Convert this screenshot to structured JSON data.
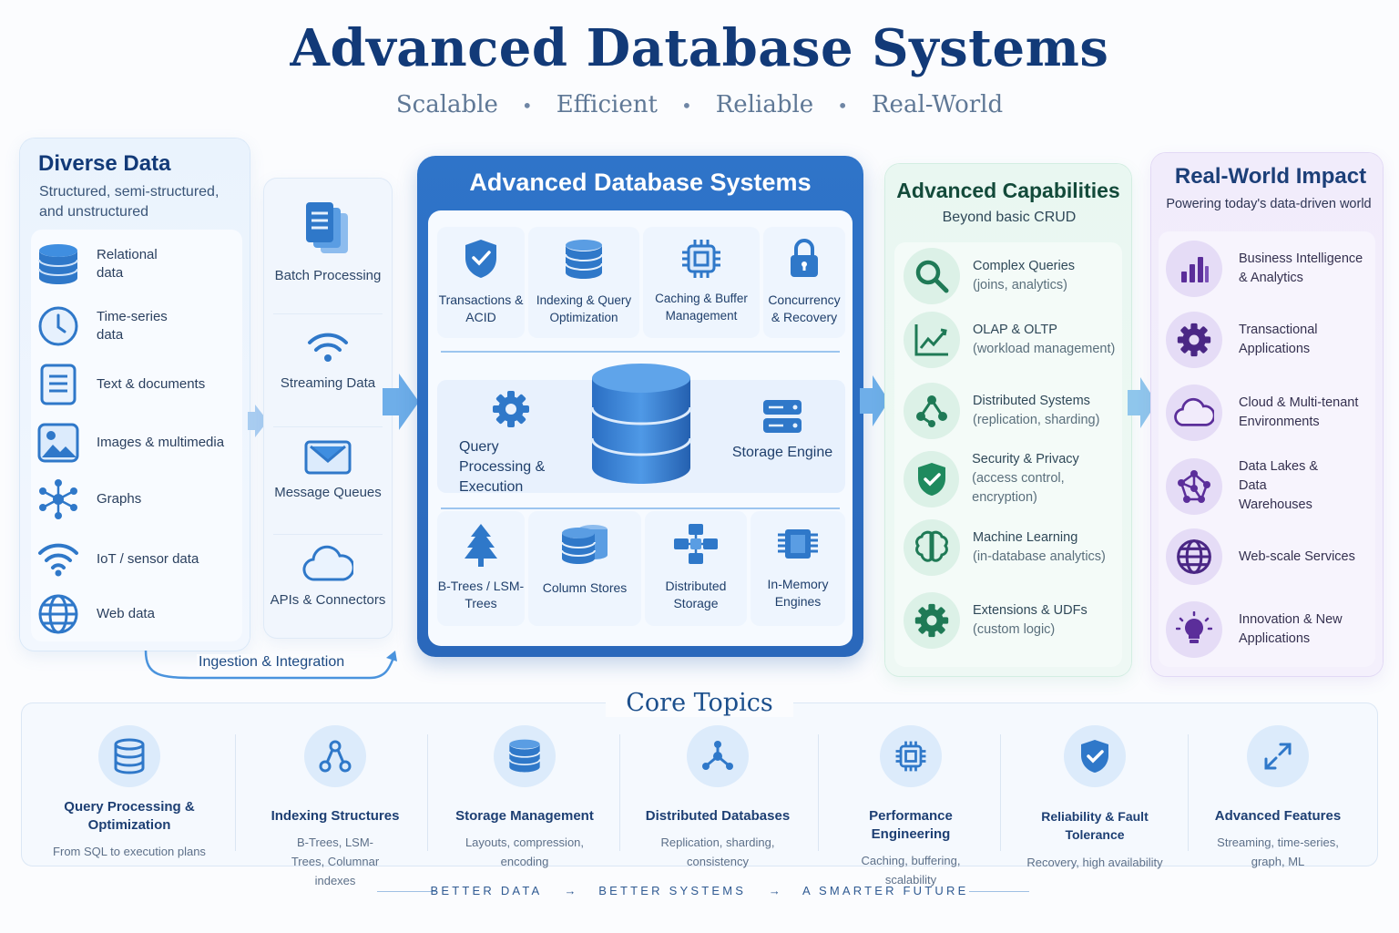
{
  "header": {
    "title": "Advanced Database Systems",
    "tags": [
      "Scalable",
      "Efficient",
      "Reliable",
      "Real-World"
    ]
  },
  "diverse": {
    "title": "Diverse Data",
    "subtitle": "Structured, semi-structured, and unstructured",
    "items": [
      {
        "label": "Relational data",
        "icon": "database-icon"
      },
      {
        "label": "Time-series data",
        "icon": "clock-icon"
      },
      {
        "label": "Text & documents",
        "icon": "document-icon"
      },
      {
        "label": "Images & multimedia",
        "icon": "image-icon"
      },
      {
        "label": "Graphs",
        "icon": "graph-network-icon"
      },
      {
        "label": "IoT / sensor data",
        "icon": "wireless-signal-icon"
      },
      {
        "label": "Web data",
        "icon": "globe-icon"
      }
    ]
  },
  "ingestion": {
    "items": [
      {
        "label": "Batch Processing",
        "icon": "stacked-documents-icon"
      },
      {
        "label": "Streaming Data",
        "icon": "wifi-stream-icon"
      },
      {
        "label": "Message Queues",
        "icon": "envelope-icon"
      },
      {
        "label": "APIs & Connectors",
        "icon": "cloud-icon"
      }
    ],
    "caption": "Ingestion & Integration"
  },
  "core": {
    "title": "Advanced Database Systems",
    "top_tiles": [
      {
        "label": "Transactions & ACID",
        "icon": "shield-check-icon"
      },
      {
        "label": "Indexing & Query Optimization",
        "icon": "database-stack-icon"
      },
      {
        "label": "Caching & Buffer Management",
        "icon": "chip-icon"
      },
      {
        "label": "Concurrency & Recovery",
        "icon": "lock-icon"
      }
    ],
    "middle": {
      "left": {
        "label": "Query Processing & Execution",
        "icon": "gear-icon"
      },
      "center_icon": "database-cylinder-icon",
      "right": {
        "label": "Storage Engine",
        "icon": "storage-drive-icon"
      }
    },
    "bottom_tiles": [
      {
        "label": "B-Trees / LSM-Trees",
        "icon": "tree-icon"
      },
      {
        "label": "Column Stores",
        "icon": "column-store-icon"
      },
      {
        "label": "Distributed Storage",
        "icon": "distributed-nodes-icon"
      },
      {
        "label": "In-Memory Engines",
        "icon": "memory-chip-icon"
      }
    ]
  },
  "advanced": {
    "title": "Advanced Capabilities",
    "subtitle": "Beyond basic CRUD",
    "items": [
      {
        "label": "Complex Queries",
        "sub": "(joins, analytics)",
        "icon": "magnifier-icon"
      },
      {
        "label": "OLAP & OLTP",
        "sub": "(workload management)",
        "icon": "line-chart-icon"
      },
      {
        "label": "Distributed Systems",
        "sub": "(replication, sharding)",
        "icon": "network-nodes-icon"
      },
      {
        "label": "Security & Privacy",
        "sub": "(access control, encryption)",
        "icon": "shield-check-icon"
      },
      {
        "label": "Machine Learning",
        "sub": "(in-database analytics)",
        "icon": "brain-icon"
      },
      {
        "label": "Extensions & UDFs",
        "sub": "(custom logic)",
        "icon": "gear-icon"
      }
    ]
  },
  "real": {
    "title": "Real-World Impact",
    "subtitle": "Powering today's data-driven world",
    "items": [
      {
        "label": "Business Intelligence & Analytics",
        "icon": "bar-chart-icon"
      },
      {
        "label": "Transactional Applications",
        "icon": "gear-icon"
      },
      {
        "label": "Cloud & Multi-tenant Environments",
        "icon": "cloud-icon"
      },
      {
        "label": "Data Lakes & Data Warehouses",
        "icon": "network-graph-icon"
      },
      {
        "label": "Web-scale Services",
        "icon": "globe-icon"
      },
      {
        "label": "Innovation & New Applications",
        "icon": "lightbulb-icon"
      }
    ]
  },
  "topics": {
    "title": "Core Topics",
    "items": [
      {
        "title": "Query Processing & Optimization",
        "desc": "From SQL to execution plans",
        "icon": "database-icon"
      },
      {
        "title": "Indexing Structures",
        "desc": "B-Trees, LSM-Trees, Columnar indexes",
        "icon": "tree-nodes-icon"
      },
      {
        "title": "Storage Management",
        "desc": "Layouts, compression, encoding",
        "icon": "database-stack-icon"
      },
      {
        "title": "Distributed Databases",
        "desc": "Replication, sharding, consistency",
        "icon": "network-nodes-icon"
      },
      {
        "title": "Performance Engineering",
        "desc": "Caching, buffering, scalability",
        "icon": "chip-icon"
      },
      {
        "title": "Reliability & Fault Tolerance",
        "desc": "Recovery, high availability",
        "icon": "shield-check-icon"
      },
      {
        "title": "Advanced Features",
        "desc": "Streaming, time-series, graph, ML",
        "icon": "expand-arrows-icon"
      }
    ]
  },
  "footer": {
    "parts": [
      "BETTER DATA",
      "BETTER SYSTEMS",
      "A SMARTER FUTURE"
    ]
  },
  "colors": {
    "primary_blue": "#2f74c9",
    "navy": "#123a78",
    "green_accent": "#1f8a5e",
    "purple_accent": "#5b2e9a"
  }
}
